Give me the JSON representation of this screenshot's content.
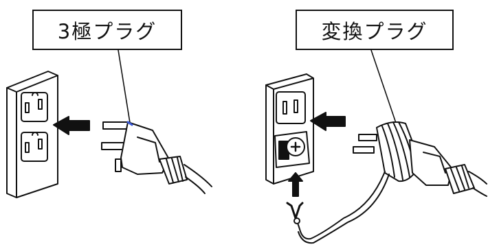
{
  "labels": {
    "left": "3極プラグ",
    "right": "変換プラグ"
  },
  "colors": {
    "line": "#111111",
    "fill": "#ffffff",
    "accent": "#3b5bdb"
  },
  "figures": [
    {
      "name": "three-prong-plug-figure",
      "parts": [
        "wall-outlet-dual",
        "insertion-arrow",
        "three-prong-plug",
        "power-cord"
      ]
    },
    {
      "name": "adapter-plug-figure",
      "parts": [
        "wall-outlet-with-ground-terminal",
        "insertion-arrow",
        "adapter-plug",
        "ground-wire",
        "ground-arrow",
        "power-cord"
      ]
    }
  ]
}
